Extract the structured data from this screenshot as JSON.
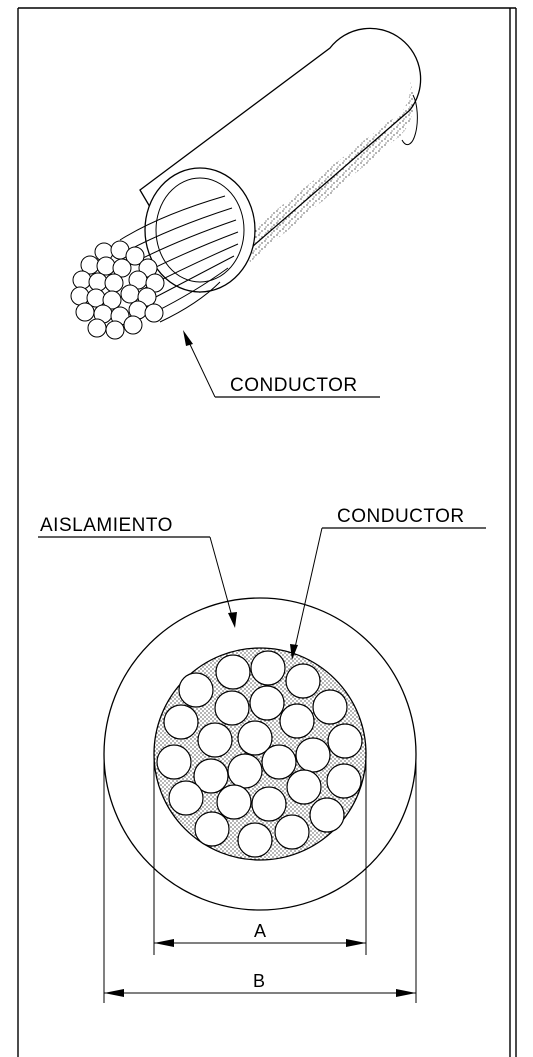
{
  "top_view": {
    "conductor_label": "CONDUCTOR"
  },
  "section_view": {
    "insulation_label": "AISLAMIENTO",
    "conductor_label": "CONDUCTOR",
    "dimension_a": "A",
    "dimension_b": "B"
  }
}
